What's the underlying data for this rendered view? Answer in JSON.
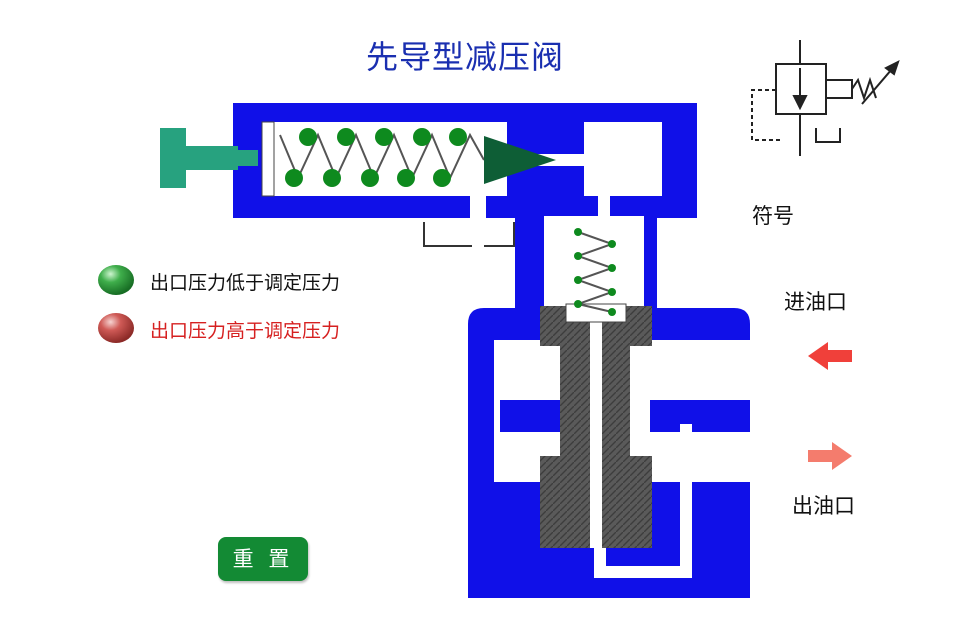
{
  "title": "先导型减压阀",
  "symbol_label": "符号",
  "legend": [
    {
      "text": "出口压力低于调定压力",
      "ball_color": "#2e9a3c",
      "text_color": "#111111"
    },
    {
      "text": "出口压力高于调定压力",
      "ball_color": "#c9504c",
      "text_color": "#d62020"
    }
  ],
  "inlet_label": "进油口",
  "outlet_label": "出油口",
  "reset_label": "重 置",
  "colors": {
    "body": "#1010e8",
    "spool": "#555555",
    "spring_ball": "#0e8a1e",
    "poppet": "#0e5e36",
    "handle": "#27a27f",
    "arrow": "#f0403a"
  }
}
